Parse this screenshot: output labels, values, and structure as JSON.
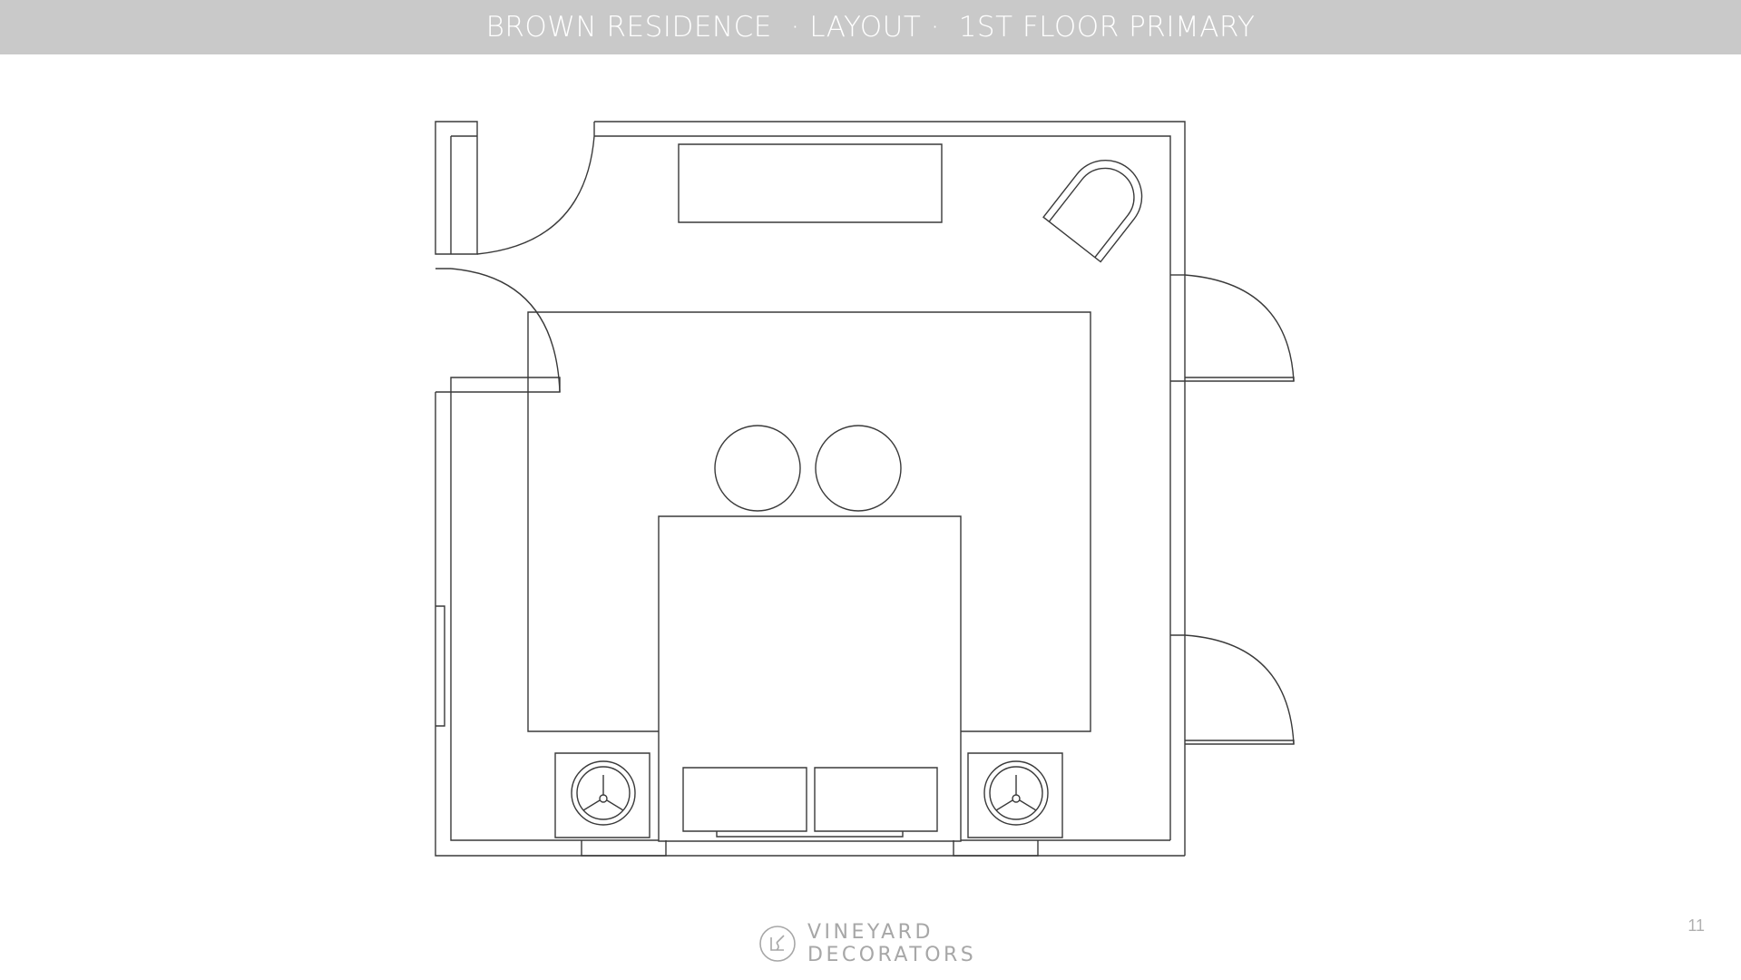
{
  "header": {
    "title": "BROWN RESIDENCE  · LAYOUT ·  1ST FLOOR PRIMARY"
  },
  "footer": {
    "logo_line1": "VINEYARD",
    "logo_line2": "DECORATORS",
    "page_number": "11"
  },
  "colors": {
    "title_bar": "#c9c9c9",
    "title_text": "#ffffff",
    "plan_line": "#3a3a3a",
    "logo": "#a7a7a7"
  },
  "icons": {
    "brand": "vineyard-decorators-logo-icon",
    "lamp": "lamp-icon"
  }
}
